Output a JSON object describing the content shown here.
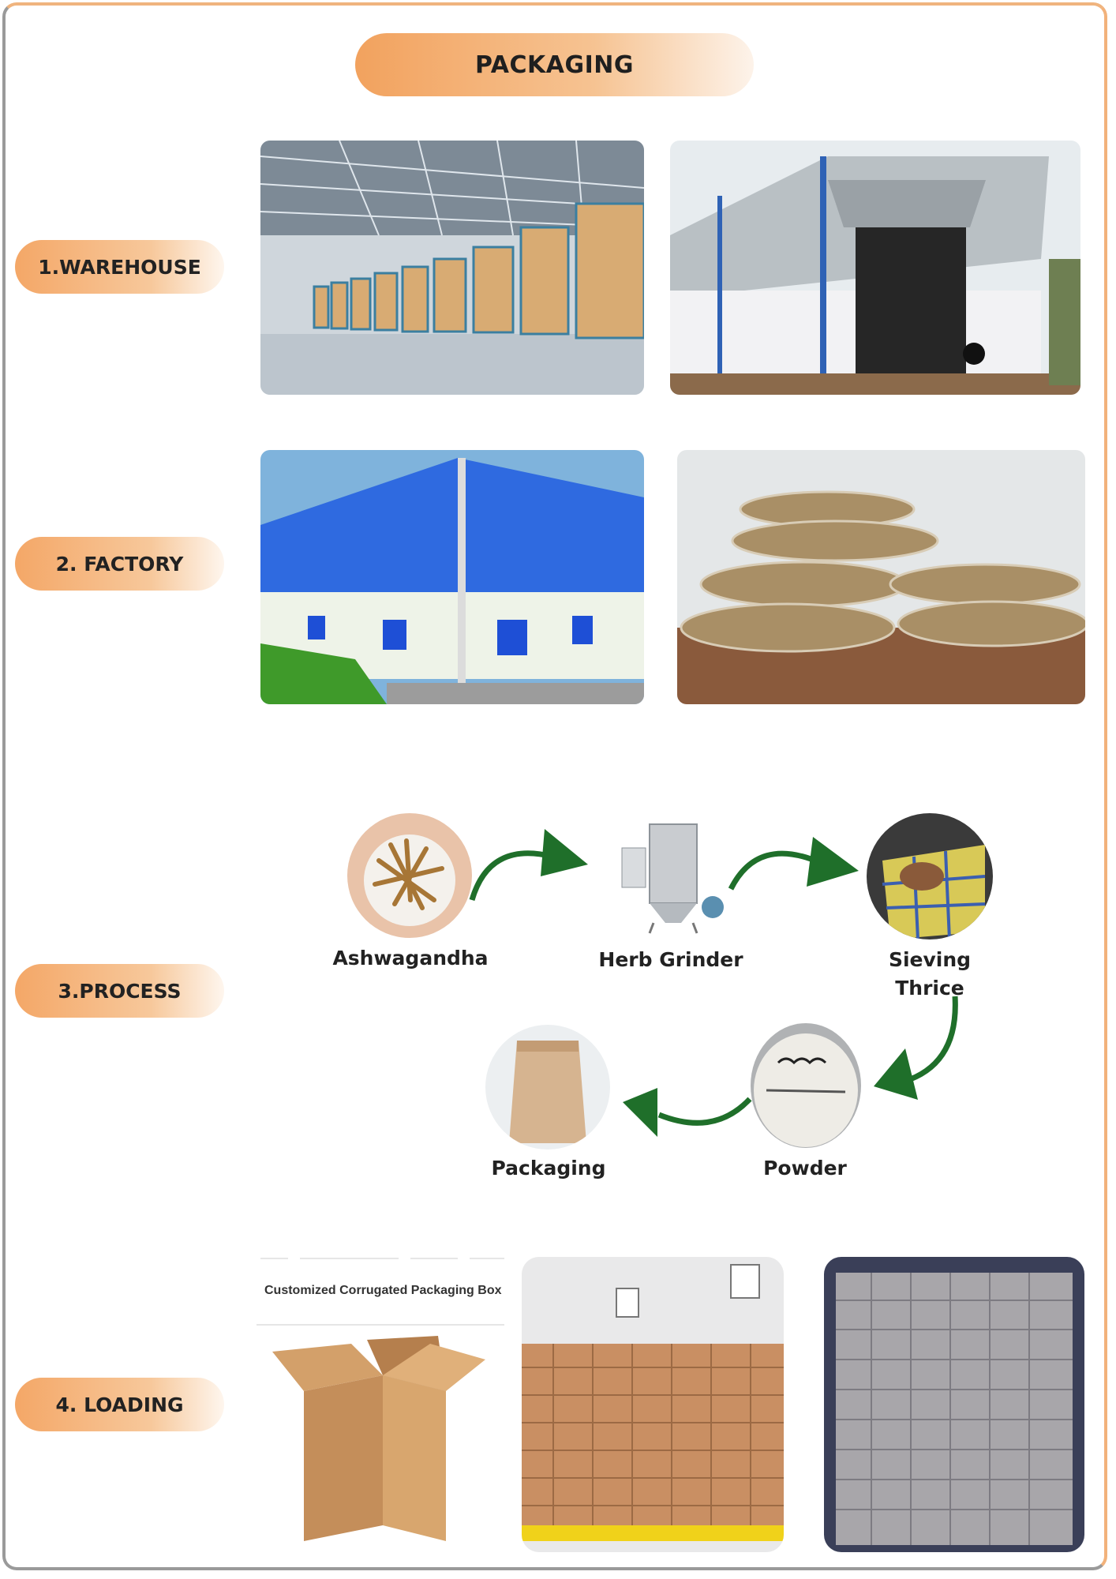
{
  "header": {
    "title": "PACKAGING"
  },
  "sections": {
    "warehouse": "1.WAREHOUSE",
    "factory": "2. FACTORY",
    "process": "3.PROCESS",
    "loading": "4. LOADING"
  },
  "process_steps": {
    "ashwagandha": "Ashwagandha",
    "herb_grinder": "Herb Grinder",
    "sieving_line1": "Sieving",
    "sieving_line2": "Thrice",
    "powder": "Powder",
    "packaging": "Packaging"
  },
  "loading": {
    "box_caption": "Customized Corrugated Packaging Box"
  },
  "colors": {
    "accent": "#f4a767",
    "arrow": "#1f6f2a"
  },
  "icons": {
    "flow_arrow": "curved-arrow-icon"
  }
}
